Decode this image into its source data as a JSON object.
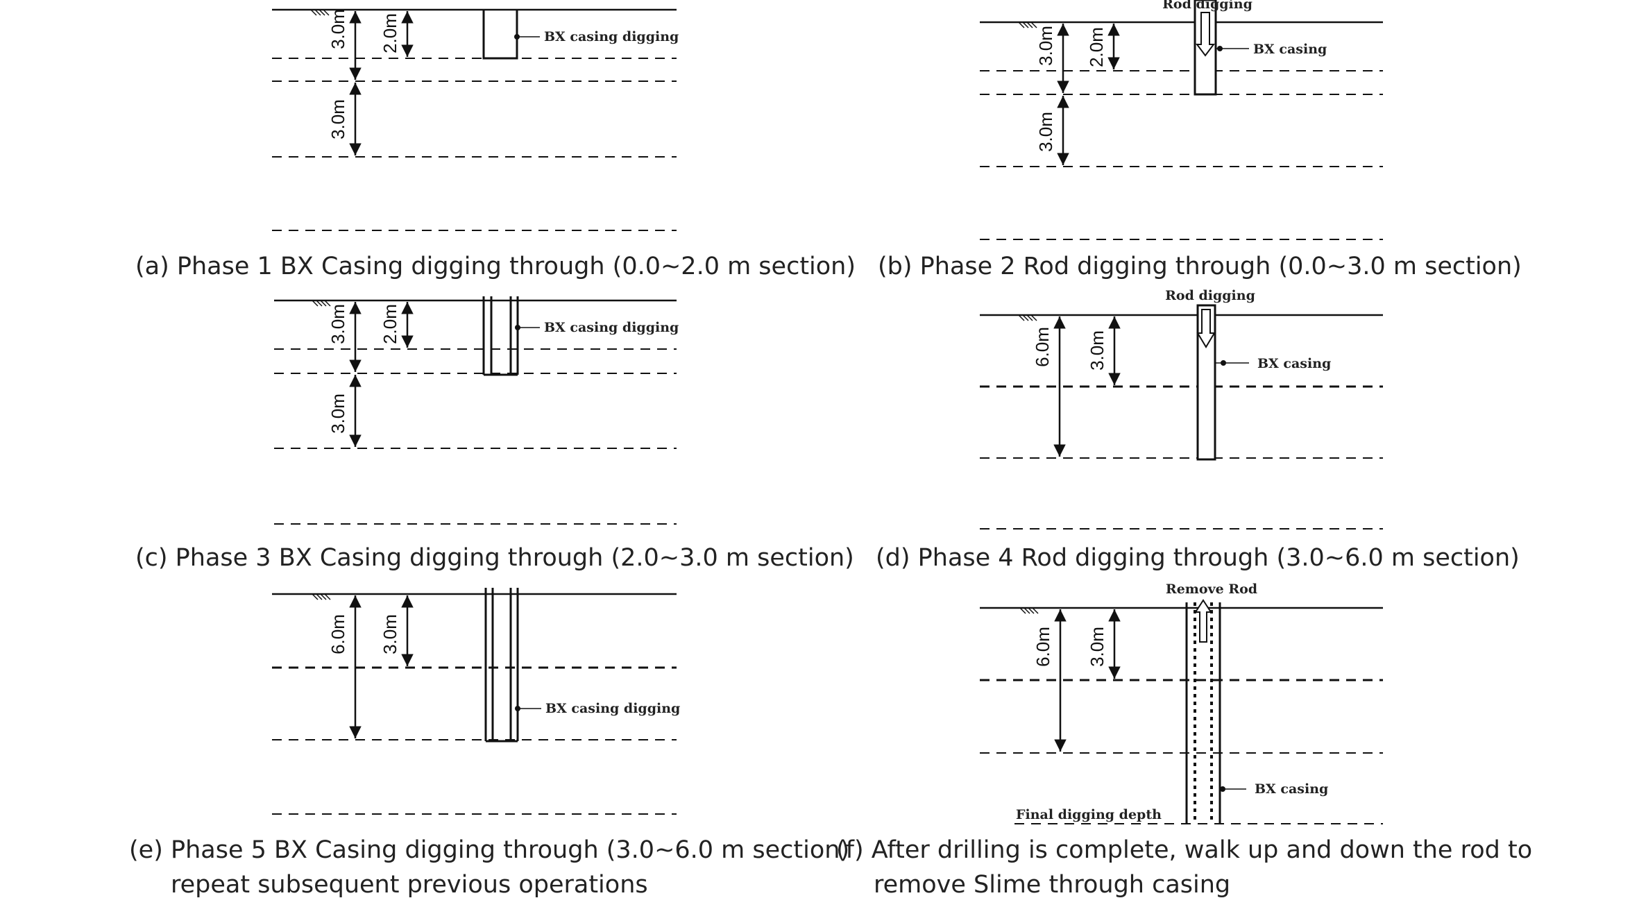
{
  "labels": {
    "bx_casing_digging": "BX casing digging",
    "bx_casing": "BX casing",
    "rod_digging": "Rod digging",
    "remove_rod": "Remove Rod",
    "final_digging_depth": "Final digging depth"
  },
  "dims": {
    "d2": "2.0m",
    "d3": "3.0m",
    "d6": "6.0m"
  },
  "captions": {
    "a": "(a) Phase 1 BX Casing digging through (0.0~2.0 m section)",
    "b": "(b) Phase 2 Rod digging through (0.0~3.0 m section)",
    "c": "(c) Phase 3 BX Casing digging through (2.0~3.0 m section)",
    "d": "(d) Phase 4 Rod digging through (3.0~6.0 m section)",
    "e1": "(e) Phase 5 BX Casing digging through (3.0~6.0 m section)",
    "e2": "repeat subsequent previous operations",
    "f1": "(f) After drilling is complete, walk up and down the rod to",
    "f2": "remove Slime through casing"
  }
}
